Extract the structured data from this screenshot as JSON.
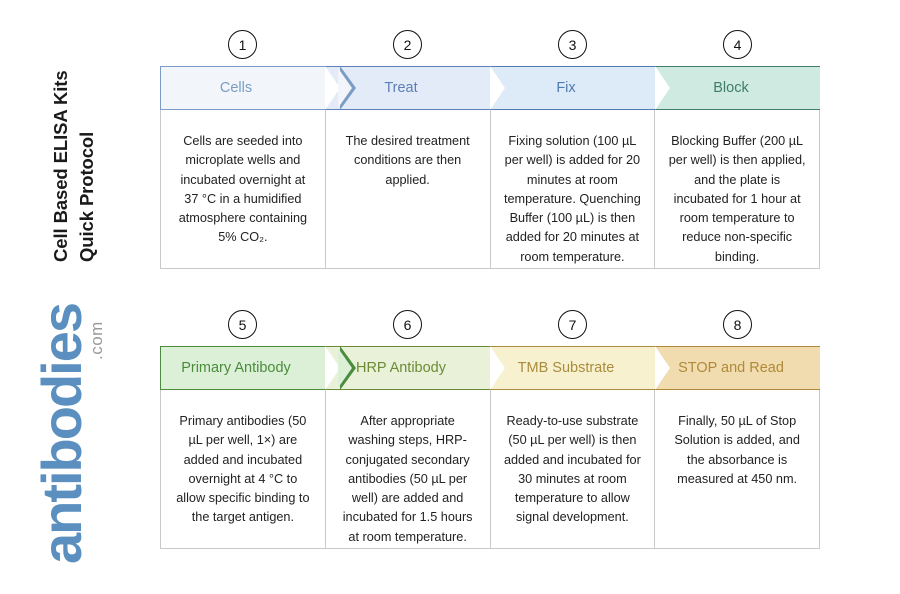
{
  "title": {
    "line1": "Cell Based ELISA Kits",
    "line2": "Quick Protocol"
  },
  "logo": {
    "word": "antibodies",
    "tld": ".com",
    "word_color": "#5b8fc0",
    "tld_color": "#9a9a9a"
  },
  "rows": [
    {
      "id": "row-1",
      "steps": [
        {
          "number": "1",
          "label": "Cells",
          "fill": "#f2f6fb",
          "stroke": "#7b9cc4",
          "body": "Cells are seeded into microplate wells and incubated overnight at 37 °C in a humidified atmosphere containing 5% CO₂."
        },
        {
          "number": "2",
          "label": "Treat",
          "fill": "#e3ebf8",
          "stroke": "#5c7fb5",
          "body": "The desired treatment conditions are then applied."
        },
        {
          "number": "3",
          "label": "Fix",
          "fill": "#ddeaf7",
          "stroke": "#4f7bb0",
          "body": "Fixing solution (100 µL per well) is added for 20 minutes at room temperature. Quenching Buffer (100 µL) is then added for 20 minutes at room temperature."
        },
        {
          "number": "4",
          "label": "Block",
          "fill": "#cfeae0",
          "stroke": "#3f7d68",
          "body": "Blocking Buffer (200 µL per well) is then applied, and the plate is incubated for 1 hour at room temperature to reduce non-specific binding."
        }
      ]
    },
    {
      "id": "row-2",
      "steps": [
        {
          "number": "5",
          "label": "Primary Antibody",
          "fill": "#dcf0d8",
          "stroke": "#4a8c3b",
          "body": "Primary antibodies (50 µL per well, 1×) are added and incubated overnight at 4 °C to allow specific binding to the target antigen."
        },
        {
          "number": "6",
          "label": "HRP Antibody",
          "fill": "#e9f2d9",
          "stroke": "#6d8a35",
          "body": "After appropriate washing steps, HRP-conjugated secondary antibodies (50 µL per well) are added and incubated for 1.5 hours at room temperature."
        },
        {
          "number": "7",
          "label": "TMB Substrate",
          "fill": "#f7f1cf",
          "stroke": "#a98c3d",
          "body": "Ready-to-use substrate (50 µL per well) is then added and incubated for 30 minutes at room temperature to allow signal development."
        },
        {
          "number": "8",
          "label": "STOP and Read",
          "fill": "#f0dcae",
          "stroke": "#b08a3a",
          "body": "Finally, 50 µL of Stop Solution is added, and the absorbance is measured at 450 nm."
        }
      ]
    }
  ]
}
